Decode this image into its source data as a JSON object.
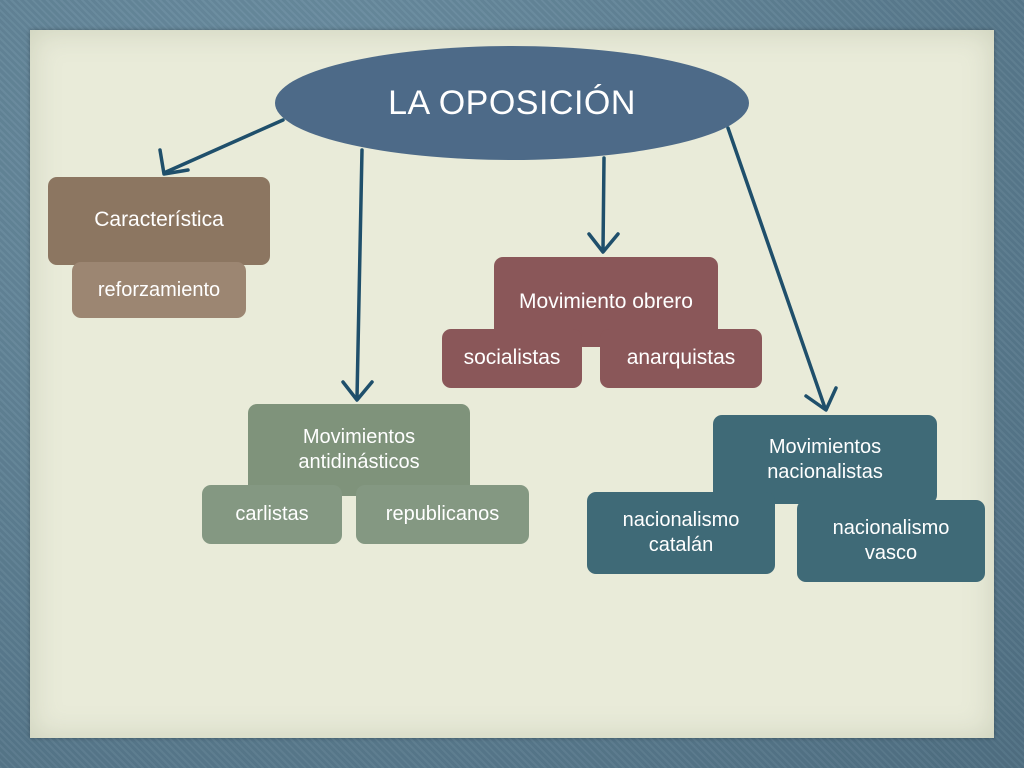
{
  "title": "LA OPOSICIÓN",
  "caracteristica": {
    "head": "Característica",
    "sub": "reforzamiento"
  },
  "obrero": {
    "head": "Movimiento obrero",
    "left": "socialistas",
    "right": "anarquistas"
  },
  "antidinasticos": {
    "head": "Movimientos antidinásticos",
    "left": "carlistas",
    "right": "republicanos"
  },
  "nacionalistas": {
    "head": "Movimientos nacionalistas",
    "left": "nacionalismo catalán",
    "right": "nacionalismo vasco"
  },
  "colors": {
    "frame": "#5d8296",
    "canvas": "#e9ebd9",
    "oval": "#4d6a88",
    "arrow": "#1f4f6b",
    "caracteristica": "#8c7661",
    "obrero": "#8a5759",
    "antidinasticos": "#7f937b",
    "nacionalistas": "#3f6a77"
  }
}
